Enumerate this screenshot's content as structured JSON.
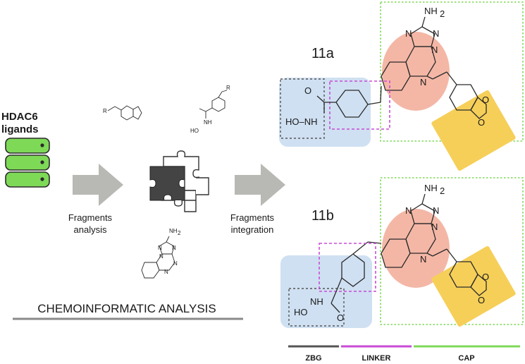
{
  "database": {
    "title_line1": "HDAC6",
    "title_line2": "ligands",
    "color": "#7ed957"
  },
  "steps": {
    "analysis_line1": "Fragments",
    "analysis_line2": "analysis",
    "integration_line1": "Fragments",
    "integration_line2": "integration"
  },
  "footer": {
    "title": "CHEMOINFORMATIC ANALYSIS"
  },
  "fragments": {
    "r_label_1": "R",
    "r_label_2": "R",
    "nh2_label": "NH",
    "nh2_sub": "2",
    "hydroxamate_nh": "NH",
    "hydroxamate_ho": "HO",
    "small_n1": "N",
    "small_n2": "N",
    "small_n3": "N",
    "small_n4": "N",
    "small_n5": "N"
  },
  "compounds": [
    {
      "label": "11a",
      "nh2": "NH",
      "nh2_sub": "2",
      "ho_nh": "HO–NH",
      "o": "O"
    },
    {
      "label": "11b",
      "nh2": "NH",
      "nh2_sub": "2",
      "nh": "NH",
      "ho": "HO",
      "o": "O"
    }
  ],
  "atoms": {
    "n": "N",
    "o": "O"
  },
  "legend": [
    {
      "label": "ZBG",
      "color": "#555555"
    },
    {
      "label": "LINKER",
      "color": "#c94bd6"
    },
    {
      "label": "CAP",
      "color": "#7ed957"
    }
  ],
  "colors": {
    "zbg_box": "#cfe0f2",
    "cap_box": "#f6cf59",
    "core_ellipse": "#f4b7a6",
    "arrow": "#b8b9b4",
    "linker_dash": "#c94bd6",
    "cap_dash": "#7ed957",
    "zbg_dash": "#555555",
    "footer_rule": "#8a8a8a"
  }
}
